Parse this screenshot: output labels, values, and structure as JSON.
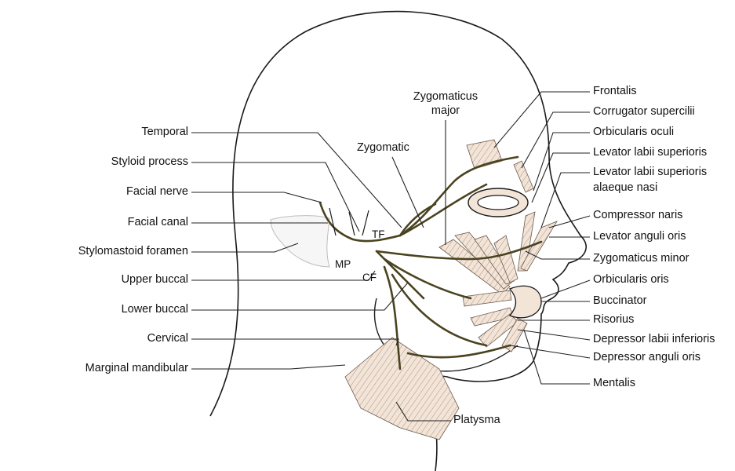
{
  "diagram": {
    "left_labels": {
      "temporal": "Temporal",
      "styloid_process": "Styloid process",
      "facial_nerve": "Facial nerve",
      "facial_canal": "Facial canal",
      "stylomastoid_foramen": "Stylomastoid foramen",
      "upper_buccal": "Upper buccal",
      "lower_buccal": "Lower buccal",
      "cervical": "Cervical",
      "marginal_mandibular": "Marginal mandibular"
    },
    "center_labels": {
      "zygomaticus_major_1": "Zygomaticus",
      "zygomaticus_major_2": "major",
      "zygomatic": "Zygomatic",
      "tf": "TF",
      "mp": "MP",
      "cf": "CF",
      "platysma": "Platysma"
    },
    "right_labels": {
      "frontalis": "Frontalis",
      "corrugator_supercilii": "Corrugator supercilii",
      "orbicularis_oculi": "Orbicularis oculi",
      "levator_labii_superioris": "Levator labii superioris",
      "levator_labii_alaeque_1": "Levator labii superioris",
      "levator_labii_alaeque_2": "alaeque nasi",
      "compressor_naris": "Compressor naris",
      "levator_anguli_oris": "Levator anguli oris",
      "zygomaticus_minor": "Zygomaticus minor",
      "orbicularis_oris": "Orbicularis oris",
      "buccinator": "Buccinator",
      "risorius": "Risorius",
      "depressor_labii_inferioris": "Depressor labii inferioris",
      "depressor_anguli_oris": "Depressor anguli oris",
      "mentalis": "Mentalis"
    },
    "colors": {
      "nerve": "#4a4320",
      "muscle_fill": "#f2e2d6",
      "muscle_stroke": "#6b5a4a",
      "outline": "#1a1a1a",
      "leader": "#222222"
    }
  }
}
